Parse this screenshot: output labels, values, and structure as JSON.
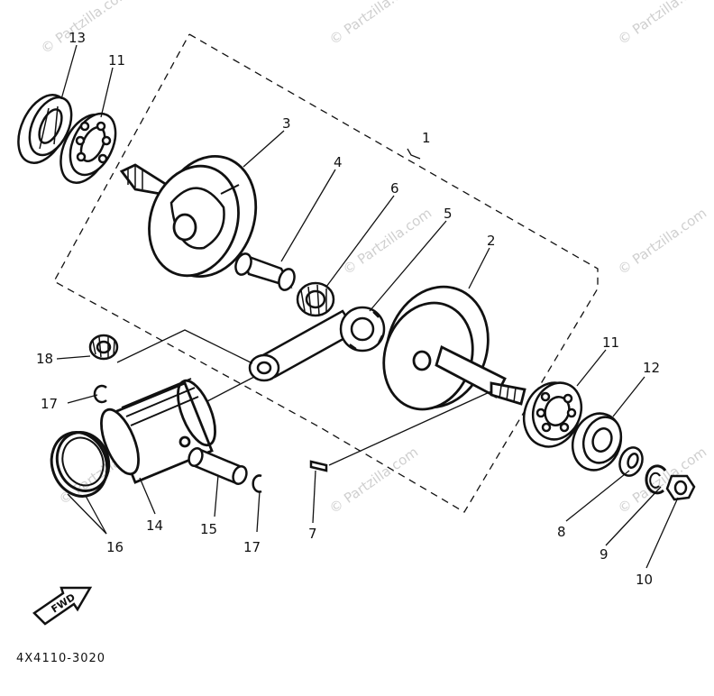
{
  "diagram": {
    "part_labels": {
      "p1": "1",
      "p2": "2",
      "p3": "3",
      "p4": "4",
      "p5": "5",
      "p6": "6",
      "p7": "7",
      "p8": "8",
      "p9": "9",
      "p10": "10",
      "p11a": "11",
      "p11b": "11",
      "p12": "12",
      "p13": "13",
      "p14": "14",
      "p15": "15",
      "p16": "16",
      "p17a": "17",
      "p17b": "17",
      "p18": "18"
    },
    "watermark": "© Partzilla.com",
    "fwd_label": "FWD",
    "diagram_code": "4X4110-3020",
    "colors": {
      "ink": "#111111",
      "watermark": "#cfcfcf",
      "background": "#ffffff"
    }
  }
}
